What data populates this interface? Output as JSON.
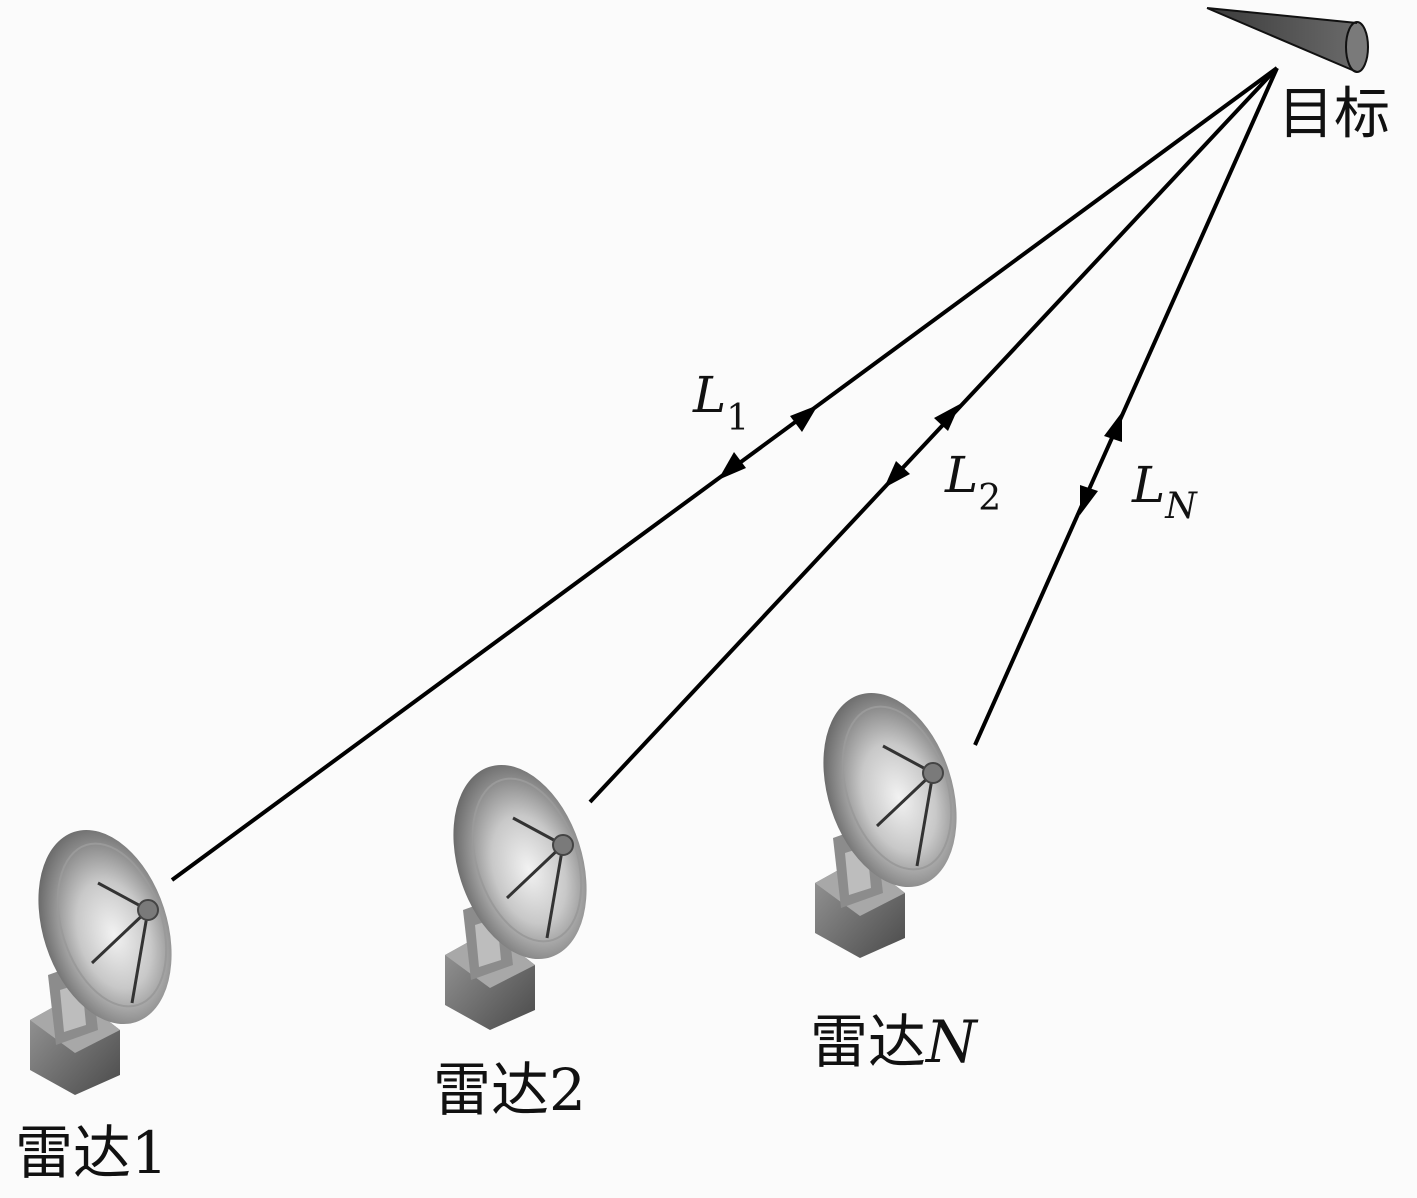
{
  "target": {
    "label": "目标"
  },
  "paths": [
    {
      "main": "L",
      "sub": "1"
    },
    {
      "main": "L",
      "sub": "2"
    },
    {
      "main": "L",
      "sub": "N"
    }
  ],
  "radars": [
    {
      "prefix": "雷达",
      "suffix": "1",
      "suffix_italic": false
    },
    {
      "prefix": "雷达",
      "suffix": "2",
      "suffix_italic": false
    },
    {
      "prefix": "雷达",
      "suffix": "N",
      "suffix_italic": true
    }
  ],
  "colors": {
    "line": "#000000",
    "dish_light": "#e8e8e8",
    "dish_dark": "#6e6e6e",
    "target": "#555555"
  }
}
